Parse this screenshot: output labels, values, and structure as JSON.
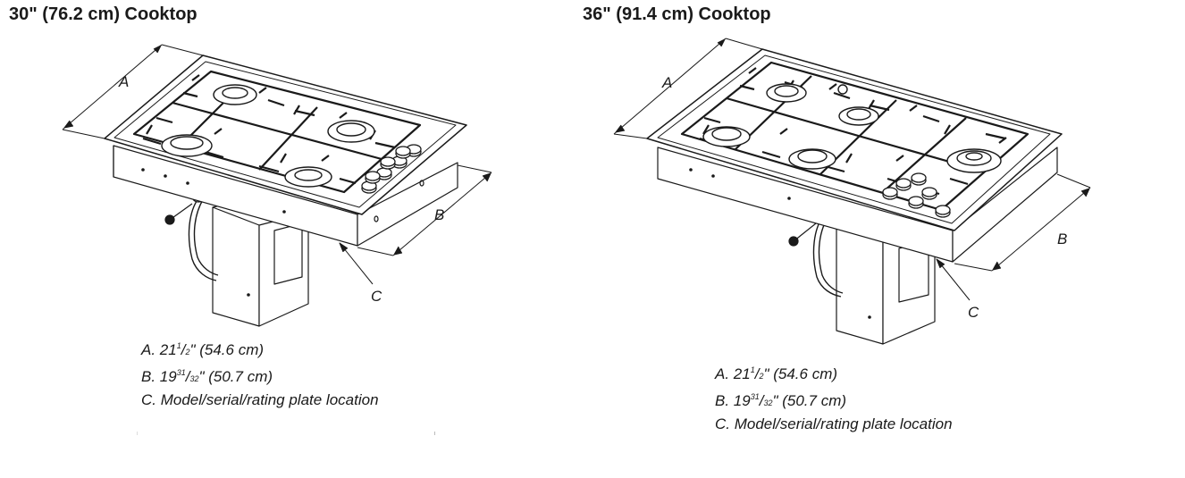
{
  "diagrams": [
    {
      "title": "30\" (76.2 cm) Cooktop",
      "callouts": {
        "a": "A",
        "b": "B",
        "c": "C"
      },
      "legend": {
        "a": {
          "prefix": "A. 21",
          "sup": "1",
          "slash": "/",
          "sub": "2",
          "suffix": "\" (54.6 cm)"
        },
        "b": {
          "prefix": "B. 19",
          "sup": "31",
          "slash": "/",
          "sub": "32",
          "suffix": "\" (50.7 cm)"
        },
        "c": {
          "text": "C. Model/serial/rating plate location"
        }
      }
    },
    {
      "title": "36\" (91.4 cm) Cooktop",
      "callouts": {
        "a": "A",
        "b": "B",
        "c": "C"
      },
      "legend": {
        "a": {
          "prefix": "A.  21",
          "sup": "1",
          "slash": "/",
          "sub": "2",
          "suffix": "\" (54.6 cm)"
        },
        "b": {
          "prefix": "B.  19",
          "sup": "31",
          "slash": "/",
          "sub": "32",
          "suffix": "\" (50.7 cm)"
        },
        "c": {
          "text": "C.  Model/serial/rating plate location"
        }
      }
    }
  ]
}
